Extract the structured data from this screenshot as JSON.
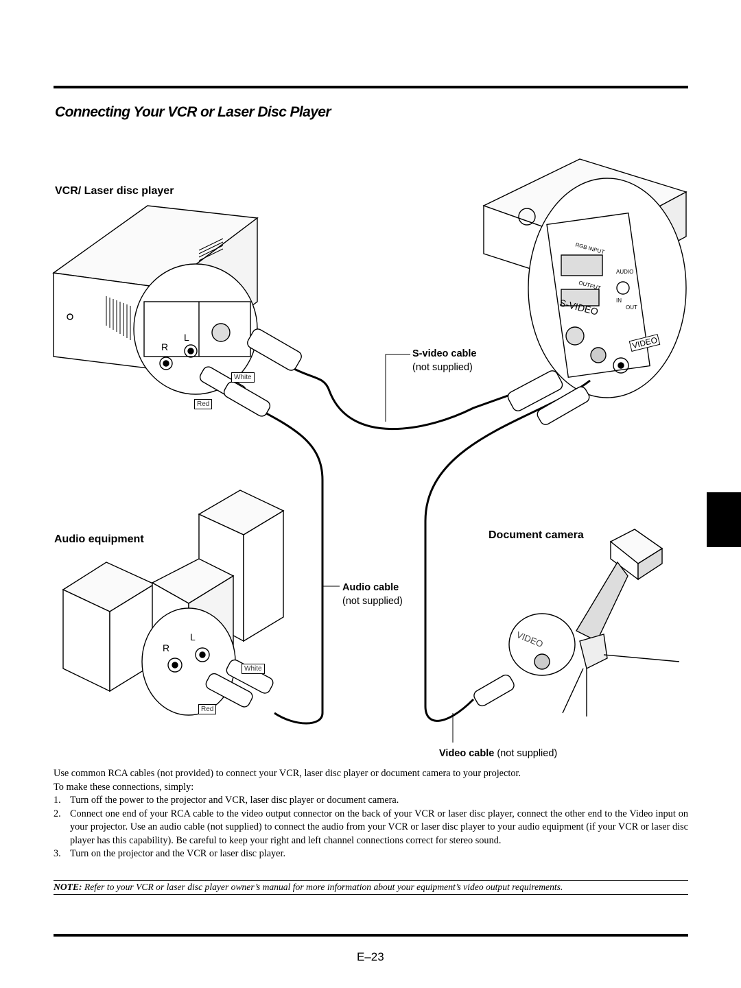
{
  "page": {
    "title": "Connecting Your VCR or Laser Disc Player",
    "page_number": "E–23"
  },
  "diagram": {
    "vcr_label": "VCR/ Laser disc player",
    "audio_label": "Audio equipment",
    "document_camera_label": "Document camera",
    "svideo_cable": {
      "name": "S-video cable",
      "note": "(not supplied)"
    },
    "audio_cable": {
      "name": "Audio cable",
      "note": "(not supplied)"
    },
    "video_cable": {
      "name": "Video cable",
      "note": "(not supplied)"
    },
    "plug_tags": {
      "white": "White",
      "red": "Red"
    },
    "channel_r": "R",
    "channel_l": "L",
    "projector_labels": {
      "rgb_input": "RGB INPUT",
      "rgb_output": "OUTPUT",
      "audio": "AUDIO",
      "svideo": "S-VIDEO",
      "video": "VIDEO",
      "in": "IN",
      "out": "OUT"
    },
    "camera_video_label": "VIDEO"
  },
  "body": {
    "intro": "Use common RCA cables (not provided) to connect your VCR, laser disc player or document camera to your projector.",
    "intro2": "To make these connections, simply:",
    "steps": [
      {
        "num": "1.",
        "text": "Turn off the power to the projector and VCR, laser disc player or document camera."
      },
      {
        "num": "2.",
        "text": "Connect one end of your RCA cable to the video output connector on the back of your VCR or laser disc player, connect the other end to the Video input on your projector. Use an audio cable (not supplied) to connect the audio from your VCR or laser disc player to your audio equipment (if your VCR or laser disc player has this capability). Be careful to keep your right and left channel connections correct for stereo sound."
      },
      {
        "num": "3.",
        "text": "Turn on the projector and the VCR or laser disc player."
      }
    ],
    "note_label": "NOTE:",
    "note_text": "Refer to your VCR or laser disc player owner’s manual for more information about your equipment’s video output requirements."
  }
}
